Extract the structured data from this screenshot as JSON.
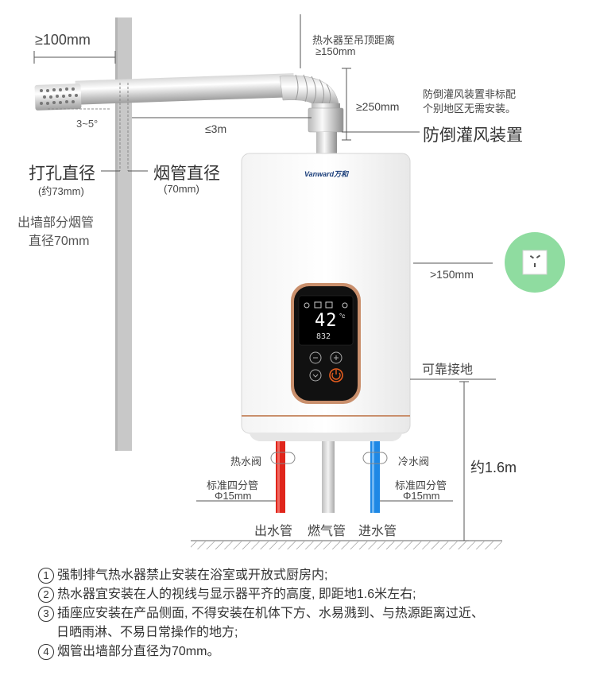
{
  "dimensions": {
    "wall_clearance": "≥100mm",
    "ceiling_label": "热水器至吊顶距离",
    "ceiling_value": "≥150mm",
    "vertical_pipe": "≥250mm",
    "pipe_length": "≤3m",
    "slope": "3~5°",
    "side_clearance": ">150mm",
    "floor_height": "约1.6m"
  },
  "labels": {
    "anti_backdraft_note": [
      "防倒灌风装置非标配",
      "个别地区无需安装。"
    ],
    "anti_backdraft": "防倒灌风装置",
    "hole_diameter": "打孔直径",
    "hole_diameter_value": "(约73mm)",
    "flue_diameter": "烟管直径",
    "flue_diameter_value": "(70mm)",
    "outlet_flue": [
      "出墙部分烟管",
      "直径70mm"
    ],
    "grounding": "可靠接地",
    "hot_valve": "热水阀",
    "cold_valve": "冷水阀",
    "pipe_spec_left": [
      "标准四分管",
      "Φ15mm"
    ],
    "pipe_spec_right": [
      "标准四分管",
      "Φ15mm"
    ],
    "outlet_pipe": "出水管",
    "gas_pipe": "燃气管",
    "inlet_pipe": "进水管",
    "brand": "Vanward万和"
  },
  "display": {
    "temperature": "42",
    "unit": "°c",
    "sub_reading": "832"
  },
  "notes": [
    {
      "num": "1",
      "text": "强制排气热水器禁止安装在浴室或开放式厨房内;"
    },
    {
      "num": "2",
      "text": "热水器宜安装在人的视线与显示器平齐的高度, 即距地1.6米左右;"
    },
    {
      "num": "3",
      "text": "插座应安装在产品侧面, 不得安装在机体下方、水易溅到、与热源距离过近、",
      "cont": "日晒雨淋、不易日常操作的地方;"
    },
    {
      "num": "4",
      "text": "烟管出墙部分直径为70mm。"
    }
  ],
  "colors": {
    "hot_pipe": "#e0251b",
    "cold_pipe": "#1e88e5",
    "outlet_circle": "#8fdca0",
    "rose_gold": "#c98f6c"
  }
}
